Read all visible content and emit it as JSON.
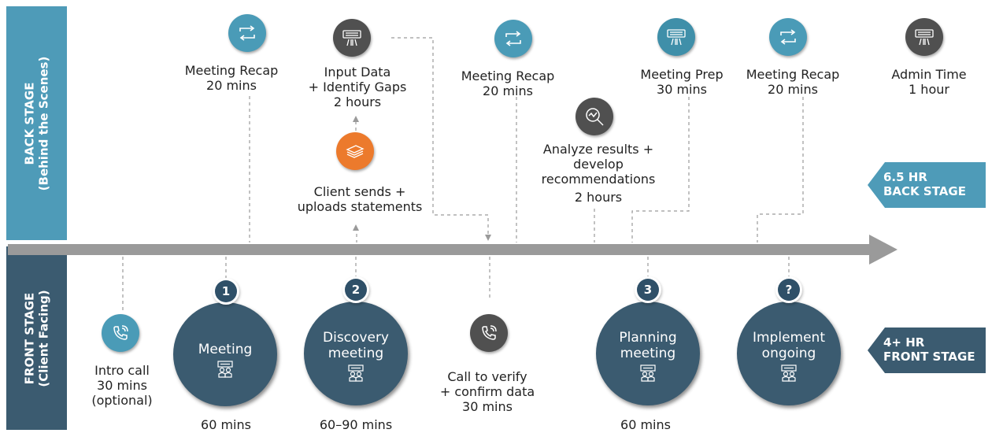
{
  "bands": {
    "back": {
      "line1": "BACK STAGE",
      "line2": "(Behind the Scenes)"
    },
    "front": {
      "line1": "FRONT STAGE",
      "line2": "(Client Facing)"
    }
  },
  "back_items": [
    {
      "id": "recap1",
      "icon": "refresh-arrows-icon",
      "line1": "Meeting Recap",
      "line2": "20 mins",
      "line3": ""
    },
    {
      "id": "input",
      "icon": "keyboard-typing-icon",
      "line1": "Input Data",
      "line2": "+ Identify Gaps",
      "line3": "2 hours"
    },
    {
      "id": "recap2",
      "icon": "refresh-arrows-icon",
      "line1": "Meeting Recap",
      "line2": "20 mins",
      "line3": ""
    },
    {
      "id": "prep",
      "icon": "keyboard-typing-icon",
      "line1": "Meeting Prep",
      "line2": "30 mins",
      "line3": ""
    },
    {
      "id": "recap3",
      "icon": "refresh-arrows-icon",
      "line1": "Meeting Recap",
      "line2": "20 mins",
      "line3": ""
    },
    {
      "id": "admin",
      "icon": "keyboard-typing-icon",
      "line1": "Admin Time",
      "line2": "1 hour",
      "line3": ""
    },
    {
      "id": "client_sends",
      "icon": "documents-stack-icon",
      "line1": "Client sends +",
      "line2": "uploads statements",
      "line3": ""
    },
    {
      "id": "analyze",
      "icon": "magnifier-chart-icon",
      "line1": "Analyze results +",
      "line2": "develop",
      "line3": "recommendations",
      "line4": "2 hours"
    }
  ],
  "front_items": {
    "intro": {
      "icon": "phone-icon",
      "line1": "Intro call",
      "line2": "30 mins",
      "line3": "(optional)"
    },
    "verify": {
      "icon": "phone-icon",
      "line1": "Call to verify",
      "line2": "+ confirm data",
      "line3": "30 mins"
    },
    "meetings": [
      {
        "num": "1",
        "title1": "Meeting",
        "title2": "",
        "duration": "60 mins"
      },
      {
        "num": "2",
        "title1": "Discovery",
        "title2": "meeting",
        "duration": "60–90 mins"
      },
      {
        "num": "3",
        "title1": "Planning",
        "title2": "meeting",
        "duration": "60 mins"
      },
      {
        "num": "?",
        "title1": "Implement",
        "title2": "ongoing",
        "duration": ""
      }
    ]
  },
  "totals": {
    "back": {
      "line1": "6.5 HR",
      "line2": "BACK STAGE"
    },
    "front": {
      "line1": "4+ HR",
      "line2": "FRONT STAGE"
    }
  },
  "colors": {
    "teal": "#4a9bb7",
    "navy": "#3b5b70",
    "dark": "#505050",
    "orange": "#ec7a2c",
    "arrow": "#9a9a9a"
  }
}
